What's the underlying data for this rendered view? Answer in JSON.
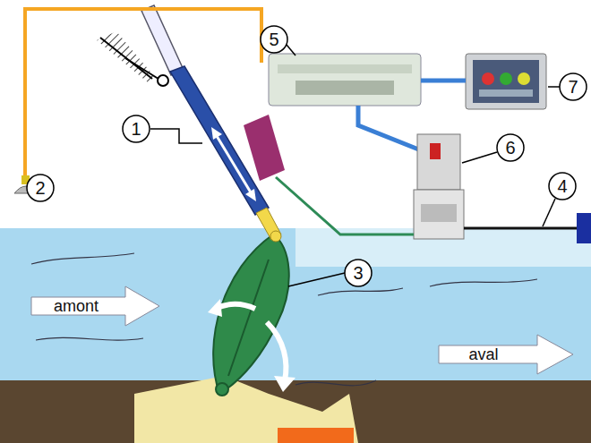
{
  "diagram": {
    "labels": [
      "1",
      "2",
      "3",
      "4",
      "5",
      "6",
      "7",
      "amont",
      "aval"
    ]
  }
}
